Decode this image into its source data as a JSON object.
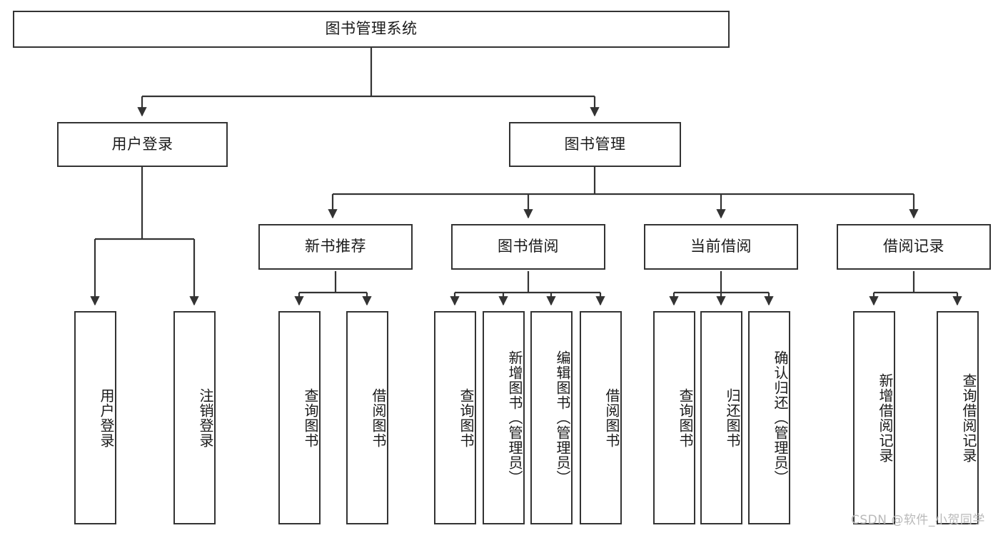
{
  "diagram": {
    "title": "图书管理系统",
    "type": "hierarchy-tree",
    "watermark": "CSDN @软件_小贺同学",
    "colors": {
      "border": "#333333",
      "fill": "#ffffff",
      "text": "#1a1a1a",
      "connector": "#333333",
      "watermark": "#b9b9b9"
    },
    "nodes": {
      "root": {
        "label": "图书管理系统"
      },
      "level2": [
        {
          "label": "用户登录"
        },
        {
          "label": "图书管理"
        }
      ],
      "level3": [
        {
          "label": "新书推荐"
        },
        {
          "label": "图书借阅"
        },
        {
          "label": "当前借阅"
        },
        {
          "label": "借阅记录"
        }
      ],
      "leaves": {
        "user_login": [
          {
            "label": "用户登录"
          },
          {
            "label": "注销登录"
          }
        ],
        "new_book_recommend": [
          {
            "label": "查询图书"
          },
          {
            "label": "借阅图书"
          }
        ],
        "book_borrow": [
          {
            "label": "查询图书"
          },
          {
            "label": "新增图书（管理员）"
          },
          {
            "label": "编辑图书（管理员）"
          },
          {
            "label": "借阅图书"
          }
        ],
        "current_borrow": [
          {
            "label": "查询图书"
          },
          {
            "label": "归还图书"
          },
          {
            "label": "确认归还（管理员）"
          }
        ],
        "borrow_record": [
          {
            "label": "新增借阅记录"
          },
          {
            "label": "查询借阅记录"
          }
        ]
      }
    }
  }
}
